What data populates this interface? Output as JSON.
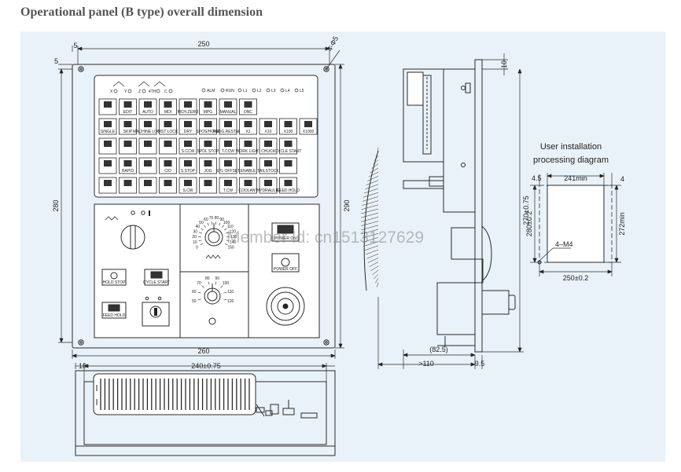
{
  "page": {
    "title": "Operational panel (B type) overall dimension",
    "watermark": "Member Id: cn1513127629"
  },
  "front_view": {
    "dims": {
      "top_width": "250",
      "top_margin": "5",
      "left_margin": "5",
      "hole_spec": "4-Φ5",
      "height_left": "280",
      "height_right": "290",
      "bottom_width": "260"
    },
    "axis_labels": [
      "X",
      "Y",
      "Z",
      "4TH",
      "C"
    ],
    "status_lights": [
      "ALM",
      "RUN",
      "L1",
      "L2",
      "L3",
      "L4",
      "L5"
    ],
    "key_rows": [
      [
        "",
        "EDIT",
        "AUTO",
        "MDI",
        "MCH.ZERO",
        "MPG",
        "MANUAL",
        "DNC"
      ],
      [
        "SINGLE",
        "SKIP",
        "MACHINE LOCK",
        "MST LOCK",
        "DRY",
        "SPOS/HOME",
        "PROG.RESTART",
        "X1",
        "X10",
        "X100",
        "X1000"
      ],
      [
        "",
        "",
        "",
        "",
        "S.CCW",
        "SPDL STOP",
        "T.CCW",
        "WORK LIGHT",
        "CHUCK",
        "CYCLE START"
      ],
      [
        "",
        "RAPID",
        "",
        "C/D",
        "S.STOP",
        "JOG",
        "SPL OFFSET",
        "ENABLE",
        "TAILSTOCK",
        ""
      ],
      [
        "",
        "",
        "",
        "",
        "S.CW",
        "",
        "T.CW",
        "COOLANT",
        "HYDRAULIC",
        "FEED HOLD"
      ]
    ],
    "lower_panel": {
      "feed_scale": [
        "0",
        "10",
        "20",
        "30",
        "40",
        "50",
        "60",
        "70",
        "80",
        "90",
        "100",
        "110",
        "120",
        "130",
        "140",
        "150"
      ],
      "spindle_scale": [
        "50",
        "60",
        "70",
        "80",
        "90",
        "100",
        "110",
        "120"
      ],
      "buttons": [
        "POWER ON",
        "POWER OFF",
        "HOLD STOP",
        "CYCLE START",
        "FEED HOLD"
      ]
    }
  },
  "bottom_view": {
    "dims": {
      "left": "10",
      "width": "240±0.75"
    }
  },
  "side_view": {
    "dims": {
      "top": "10",
      "height": "270±0.75",
      "depth_partial": "(82.5)",
      "depth_total": ">110",
      "thickness": "9.5"
    }
  },
  "installation": {
    "label_line1": "User installation",
    "label_line2": "processing diagram",
    "dims": {
      "left_offset": "4.5",
      "width_min": "241min",
      "top_right": "4",
      "height": "280±0.2",
      "height_min": "272min",
      "holes": "4–M4",
      "width": "250±0.2"
    }
  }
}
